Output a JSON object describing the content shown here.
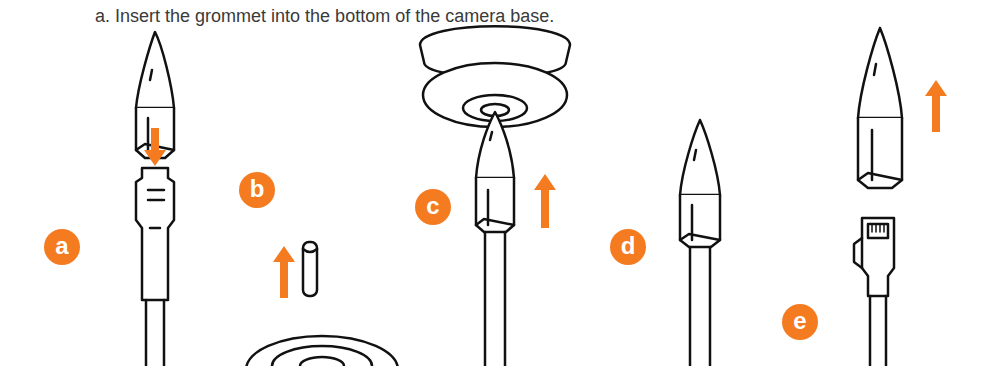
{
  "diagram": {
    "title": "a. Insert the grommet into the bottom of the camera base.",
    "labels": [
      "a",
      "b",
      "c",
      "d",
      "e"
    ]
  }
}
